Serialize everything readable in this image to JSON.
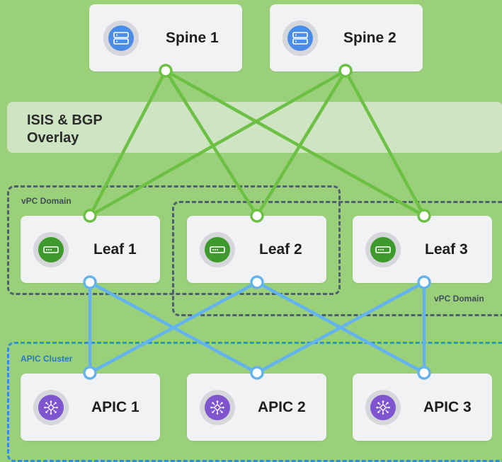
{
  "overlay_band": {
    "line1": "ISIS & BGP",
    "line2": "Overlay"
  },
  "groups": {
    "vpc_domain_left": "vPC Domain",
    "vpc_domain_right": "vPC Domain",
    "apic_cluster": "APIC Cluster"
  },
  "spines": [
    {
      "label": "Spine 1",
      "icon": "server-icon"
    },
    {
      "label": "Spine 2",
      "icon": "server-icon"
    }
  ],
  "leaves": [
    {
      "label": "Leaf 1",
      "icon": "switch-icon"
    },
    {
      "label": "Leaf 2",
      "icon": "switch-icon"
    },
    {
      "label": "Leaf 3",
      "icon": "switch-icon"
    }
  ],
  "apics": [
    {
      "label": "APIC 1",
      "icon": "network-hub-icon"
    },
    {
      "label": "APIC 2",
      "icon": "network-hub-icon"
    },
    {
      "label": "APIC 3",
      "icon": "network-hub-icon"
    }
  ],
  "colors": {
    "background": "#9bd07a",
    "spine_leaf_link": "#6cc043",
    "leaf_apic_link": "#62b3ee",
    "spine_icon": "#4a8de8",
    "leaf_icon": "#3e9a2c",
    "apic_icon": "#7e55cf"
  },
  "connections": {
    "spine_leaf": [
      [
        "Spine 1",
        "Leaf 1"
      ],
      [
        "Spine 1",
        "Leaf 2"
      ],
      [
        "Spine 1",
        "Leaf 3"
      ],
      [
        "Spine 2",
        "Leaf 1"
      ],
      [
        "Spine 2",
        "Leaf 2"
      ],
      [
        "Spine 2",
        "Leaf 3"
      ]
    ],
    "leaf_apic": [
      [
        "Leaf 1",
        "APIC 1"
      ],
      [
        "Leaf 1",
        "APIC 2"
      ],
      [
        "Leaf 2",
        "APIC 1"
      ],
      [
        "Leaf 2",
        "APIC 3"
      ],
      [
        "Leaf 3",
        "APIC 2"
      ],
      [
        "Leaf 3",
        "APIC 3"
      ]
    ]
  }
}
